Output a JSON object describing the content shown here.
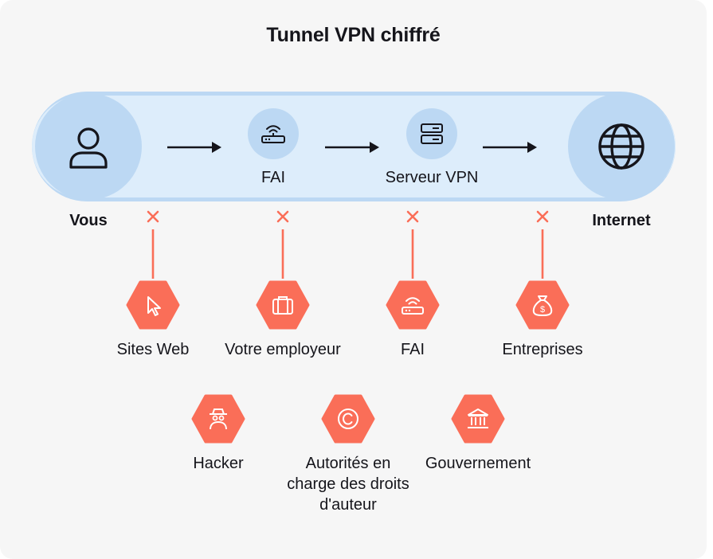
{
  "title": "Tunnel VPN chiffré",
  "tunnel": {
    "start_label": "Vous",
    "end_label": "Internet",
    "nodes": [
      {
        "label": "FAI",
        "icon": "router-icon"
      },
      {
        "label": "Serveur VPN",
        "icon": "server-icon"
      }
    ],
    "start_icon": "user-icon",
    "end_icon": "globe-icon"
  },
  "observers_row1": [
    {
      "label": "Sites Web",
      "icon": "cursor-icon"
    },
    {
      "label": "Votre employeur",
      "icon": "briefcase-icon"
    },
    {
      "label": "FAI",
      "icon": "router-icon"
    },
    {
      "label": "Entreprises",
      "icon": "money-bag-icon"
    }
  ],
  "observers_row2": [
    {
      "label": "Hacker",
      "icon": "spy-icon"
    },
    {
      "label": "Autorités en charge des droits d'auteur",
      "icon": "copyright-icon"
    },
    {
      "label": "Gouvernement",
      "icon": "government-building-icon"
    }
  ],
  "colors": {
    "tunnel_outer": "#bcd8f3",
    "tunnel_inner": "#ddedfb",
    "blocked": "#fa6e58",
    "text": "#15151b",
    "background": "#f6f6f6"
  }
}
